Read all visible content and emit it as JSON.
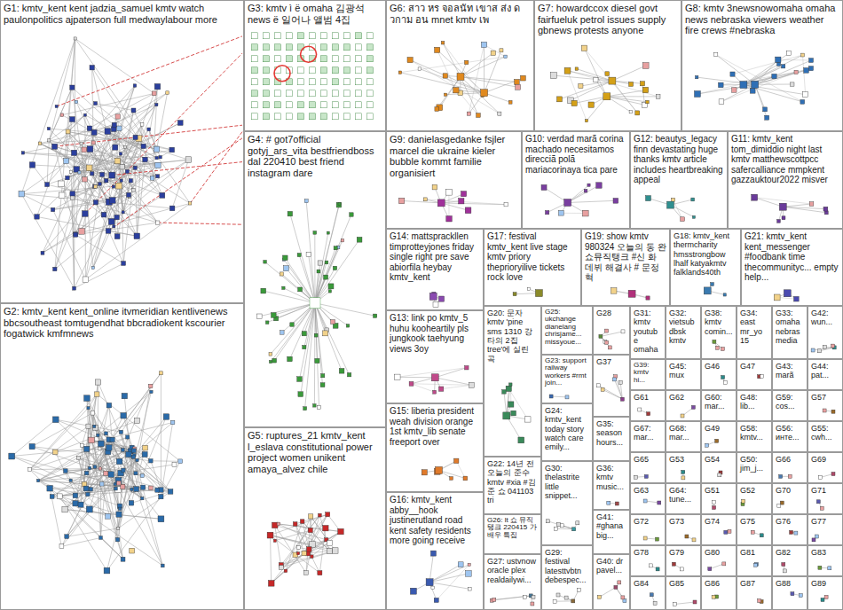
{
  "diagram": {
    "nodes": [
      {
        "text": [
          "G1: kmtv_kent kent jadzia_samuel kmtv watch paulonpolitics ajpaterson full medwaylabour more"
        ]
      },
      {
        "text": [
          "G3: kmtv ì ë omaha 김광석 news ë 일어나 앨범 4집"
        ]
      },
      {
        "text": [
          "G6: สาว หร จอลนัท เขาส ส่ง ดวกาม อน mnet kmtv เพ"
        ]
      },
      {
        "text": [
          "G7: howardccox diesel govt fairfueluk petrol issues supply gbnews protests anyone"
        ]
      },
      {
        "text": [
          "G8: kmtv 3newsnowomaha omaha news nebraska viewers weather fire crews #nebraska"
        ]
      },
      {
        "text": [
          "G4: # got7official gotyj_ars_vita bestfriendboss dal 220410 best friend instagram dare"
        ]
      },
      {
        "text": [
          "G9: danielasgedanke fsjler marcel die ukraine kieler bubble kommt familie organisiert"
        ]
      },
      {
        "text": [
          "G10: verdad marã corina machado necesitamos direcciã polã mariacorinaya tica pare"
        ]
      },
      {
        "text": [
          "G12: beautys_legacy finn devastating huge thanks kmtv article includes heartbreaking appeal"
        ]
      },
      {
        "text": [
          "G11: kmtv_kent tom_dimiddio night last kmtv matthewscottpcc safercalliance mmpkent gazzauktour2022 misver"
        ]
      },
      {
        "text": [
          "G14: mattsprackllen timprotteyjones friday single right pre save abiorfila heybay kmtv_kent"
        ]
      },
      {
        "text": [
          "G17: festival kmtv_kent live stage kmtv priory theprioryilive tickets rock love"
        ]
      },
      {
        "text": [
          "G19: show kmtv 980324 오늘의 동 완 쇼뮤직탱크 #신 화 데뷔 해결사 # 문정혁"
        ]
      },
      {
        "text": [
          "G18: kmtv_kent thermcharity hmsstrongbow lhalf katyakmtv falklands40th"
        ]
      },
      {
        "text": [
          "G21: kmtv_kent kent_messenger #foodbank time thecommunityc... empty help..."
        ]
      },
      {
        "text": [
          "G2: kmtv_kent kent_online itvmeridian kentlivenews bbcsoutheast tomtugendhat bbcradiokent kscourier fogatwick kmfmnews"
        ]
      },
      {
        "text": [
          "G20: 문자 kmtv 'pine sms 1310 강타의 2집 tree'에 실린 곡"
        ]
      },
      {
        "text": [
          "G25: ukchange dianelang chrisjame... missyoue..."
        ]
      },
      {
        "text": [
          "G28"
        ]
      },
      {
        "text": [
          "G31: kmtv youtube omaha"
        ]
      },
      {
        "text": [
          "G32: vietsub dbsk kmtv"
        ]
      },
      {
        "text": [
          "G38: kmtv comin..."
        ]
      },
      {
        "text": [
          "G34: east mr_yo 15"
        ]
      },
      {
        "text": [
          "G33: omaha nebras media"
        ]
      },
      {
        "text": [
          "G42: wun..."
        ]
      },
      {
        "text": [
          "G13: link po kmtv_5 huhu kooheartily pls jungkook taehyung views 3oy"
        ]
      },
      {
        "text": [
          "G23: support railway workers #rmt join..."
        ]
      },
      {
        "text": [
          "G37"
        ]
      },
      {
        "text": [
          "G39: kmtv hi..."
        ]
      },
      {
        "text": [
          "G45: mux"
        ]
      },
      {
        "text": [
          "G46"
        ]
      },
      {
        "text": [
          "G47"
        ]
      },
      {
        "text": [
          "G43: marã"
        ]
      },
      {
        "text": [
          "G44: pat..."
        ]
      },
      {
        "text": [
          "G61"
        ]
      },
      {
        "text": [
          "G62"
        ]
      },
      {
        "text": [
          "G60: mar..."
        ]
      },
      {
        "text": [
          "G48: lib..."
        ]
      },
      {
        "text": [
          "G59: cos..."
        ]
      },
      {
        "text": [
          "G57"
        ]
      },
      {
        "text": [
          "G24: kmtv_kent today story watch care emily..."
        ]
      },
      {
        "text": [
          "G15: liberia president weah division orange 1st kmtv_lib senate freeport over"
        ]
      },
      {
        "text": [
          "G35: season hours..."
        ]
      },
      {
        "text": [
          "G67: mar..."
        ]
      },
      {
        "text": [
          "G68: mar..."
        ]
      },
      {
        "text": [
          "G49"
        ]
      },
      {
        "text": [
          "G58: kmtv..."
        ]
      },
      {
        "text": [
          "G56: инте..."
        ]
      },
      {
        "text": [
          "G55: cwh..."
        ]
      },
      {
        "text": [
          "G5: ruptures_21 kmtv_kent l_eslava constitutional power project women unikent amaya_alvez chile"
        ]
      },
      {
        "text": [
          "G65"
        ]
      },
      {
        "text": [
          "G53"
        ]
      },
      {
        "text": [
          "G54"
        ]
      },
      {
        "text": [
          "G50: jim_j..."
        ]
      },
      {
        "text": [
          "G66"
        ]
      },
      {
        "text": [
          "G69"
        ]
      },
      {
        "text": [
          "G22: 14년 전 오늘의 준수 kmtv #xia #김준 쇼 041103 tri"
        ]
      },
      {
        "text": [
          "G30: thelastrite little snippet..."
        ]
      },
      {
        "text": [
          "G36: kmtv music..."
        ]
      },
      {
        "text": [
          "G63"
        ]
      },
      {
        "text": [
          "G64: tune..."
        ]
      },
      {
        "text": [
          "G51"
        ]
      },
      {
        "text": [
          "G52"
        ]
      },
      {
        "text": [
          "G70"
        ]
      },
      {
        "text": [
          "G71"
        ]
      },
      {
        "text": [
          "G16: kmtv_kent abby__hook justinerutland road kent safety residents more going receive"
        ]
      },
      {
        "text": [
          "G41: #ghana big..."
        ]
      },
      {
        "text": [
          "G26: lt 쇼 뮤직탱크 220415 가 배우 특집"
        ]
      },
      {
        "text": [
          "G72"
        ]
      },
      {
        "text": [
          "G73"
        ]
      },
      {
        "text": [
          "G74"
        ]
      },
      {
        "text": [
          "G75"
        ]
      },
      {
        "text": [
          "G76"
        ]
      },
      {
        "text": [
          "G77"
        ]
      },
      {
        "text": [
          "G29: festival latesttvbtn debespec..."
        ]
      },
      {
        "text": [
          "G78"
        ]
      },
      {
        "text": [
          "G79"
        ]
      },
      {
        "text": [
          "G80"
        ]
      },
      {
        "text": [
          "G81"
        ]
      },
      {
        "text": [
          "G82"
        ]
      },
      {
        "text": [
          "G83"
        ]
      },
      {
        "text": [
          "G27: ustvnow oracle plex realdailywi..."
        ]
      },
      {
        "text": [
          "G40: dr pavel..."
        ]
      },
      {
        "text": [
          "G84"
        ]
      },
      {
        "text": [
          "G85"
        ]
      },
      {
        "text": [
          "G86"
        ]
      },
      {
        "text": [
          "G87"
        ]
      },
      {
        "text": [
          "G88"
        ]
      },
      {
        "text": [
          "G89"
        ]
      }
    ]
  }
}
